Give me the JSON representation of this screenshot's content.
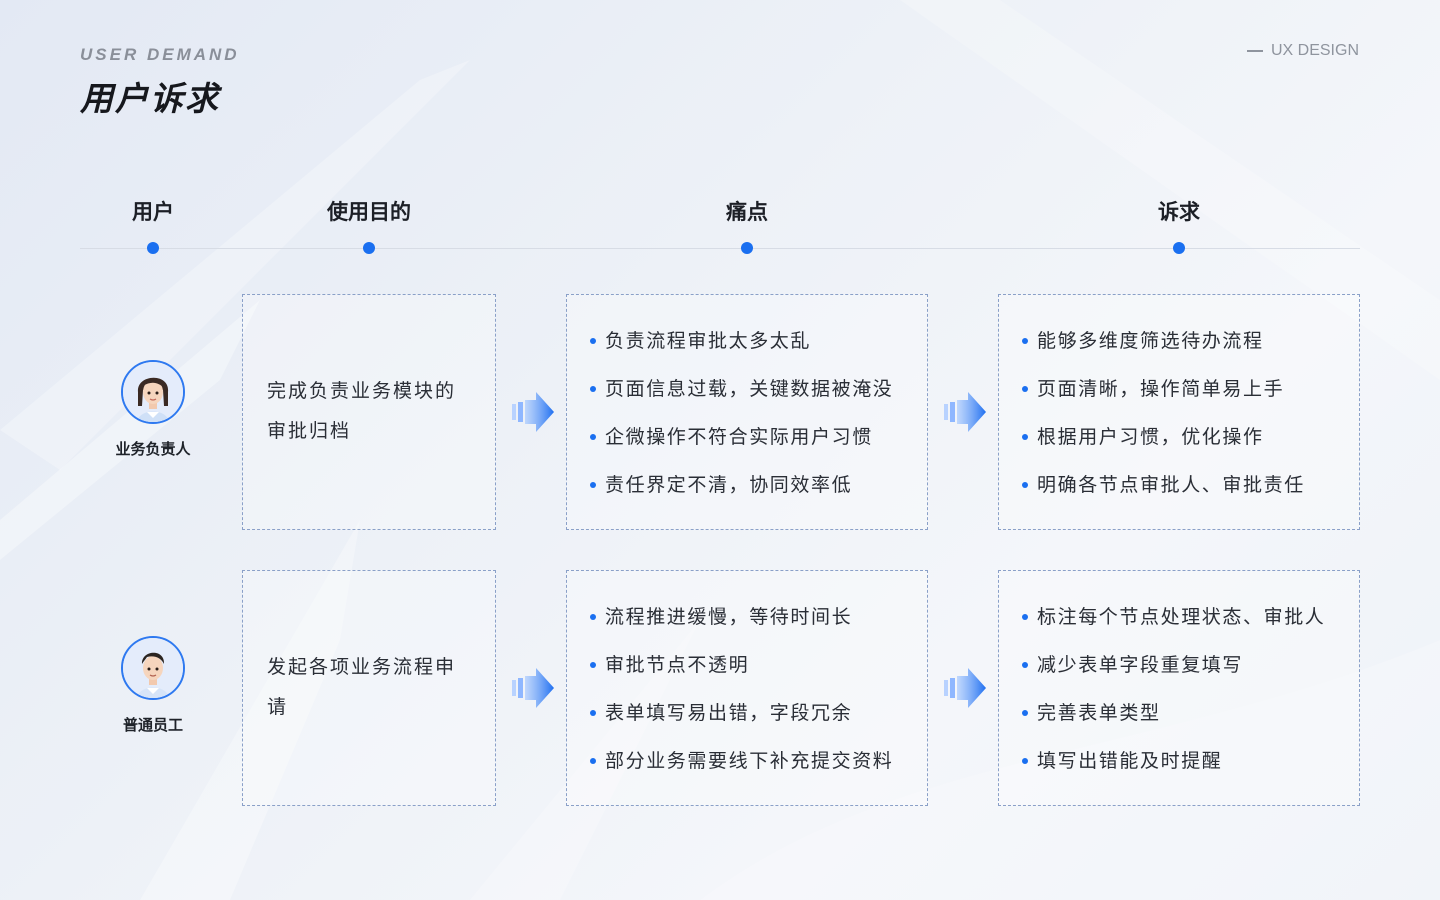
{
  "header": {
    "eyebrow": "USER DEMAND",
    "title": "用户诉求",
    "tag": "UX DESIGN"
  },
  "columns": {
    "user": "用户",
    "purpose": "使用目的",
    "pain": "痛点",
    "demand": "诉求"
  },
  "colors": {
    "accent": "#1a6ff0",
    "border": "#8aa0c8",
    "title": "#16181d"
  },
  "rows": [
    {
      "user": {
        "name": "业务负责人",
        "avatar_icon": "female-avatar-icon"
      },
      "purpose": "完成负责业务模块的审批归档",
      "pain_points": [
        "负责流程审批太多太乱",
        "页面信息过载，关键数据被淹没",
        "企微操作不符合实际用户习惯",
        "责任界定不清，协同效率低"
      ],
      "demands": [
        "能够多维度筛选待办流程",
        "页面清晰，操作简单易上手",
        "根据用户习惯，优化操作",
        "明确各节点审批人、审批责任"
      ]
    },
    {
      "user": {
        "name": "普通员工",
        "avatar_icon": "male-avatar-icon"
      },
      "purpose": "发起各项业务流程申请",
      "pain_points": [
        "流程推进缓慢，等待时间长",
        "审批节点不透明",
        "表单填写易出错，字段冗余",
        "部分业务需要线下补充提交资料"
      ],
      "demands": [
        "标注每个节点处理状态、审批人",
        "减少表单字段重复填写",
        "完善表单类型",
        "填写出错能及时提醒"
      ]
    }
  ]
}
